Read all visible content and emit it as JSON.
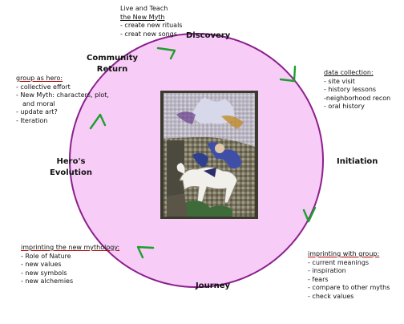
{
  "colors": {
    "circle_fill": "#f7ccf7",
    "circle_stroke": "#8c1f8c",
    "arrow": "#1f9e2f",
    "underline_red": "#b00000"
  },
  "stages": {
    "discovery": "Discovery",
    "community": [
      "Community",
      "Return"
    ],
    "initiation": "Initiation",
    "hero": [
      "Hero's",
      "Evolution"
    ],
    "journey": "Journey"
  },
  "notes": {
    "top": {
      "head1": "Live and Teach",
      "head2": "the New Myth",
      "items": [
        "- create new rituals",
        "- creat new songs"
      ]
    },
    "left": {
      "head": "group as hero:",
      "items": [
        "- collective effort",
        "- New Myth: characters, plot,",
        "and moral",
        "- update art?",
        "- Iteration"
      ]
    },
    "right": {
      "head": "data collection:",
      "items": [
        "- site visit",
        "- history lessons",
        "-neighborhood recon",
        "- oral history"
      ]
    },
    "bottom_left": {
      "head": "imprinting the new mythology:",
      "items": [
        "- Role of Nature",
        "- new values",
        "- new symbols",
        "- new alchemies"
      ]
    },
    "bottom_right": {
      "head": "imprinting with group:",
      "items": [
        "- current meanings",
        "- inspiration",
        "- fears",
        "- compare to other myths",
        "- check values"
      ]
    }
  },
  "image": {
    "subject": "mosaic-mural-hero-on-white-horse"
  }
}
